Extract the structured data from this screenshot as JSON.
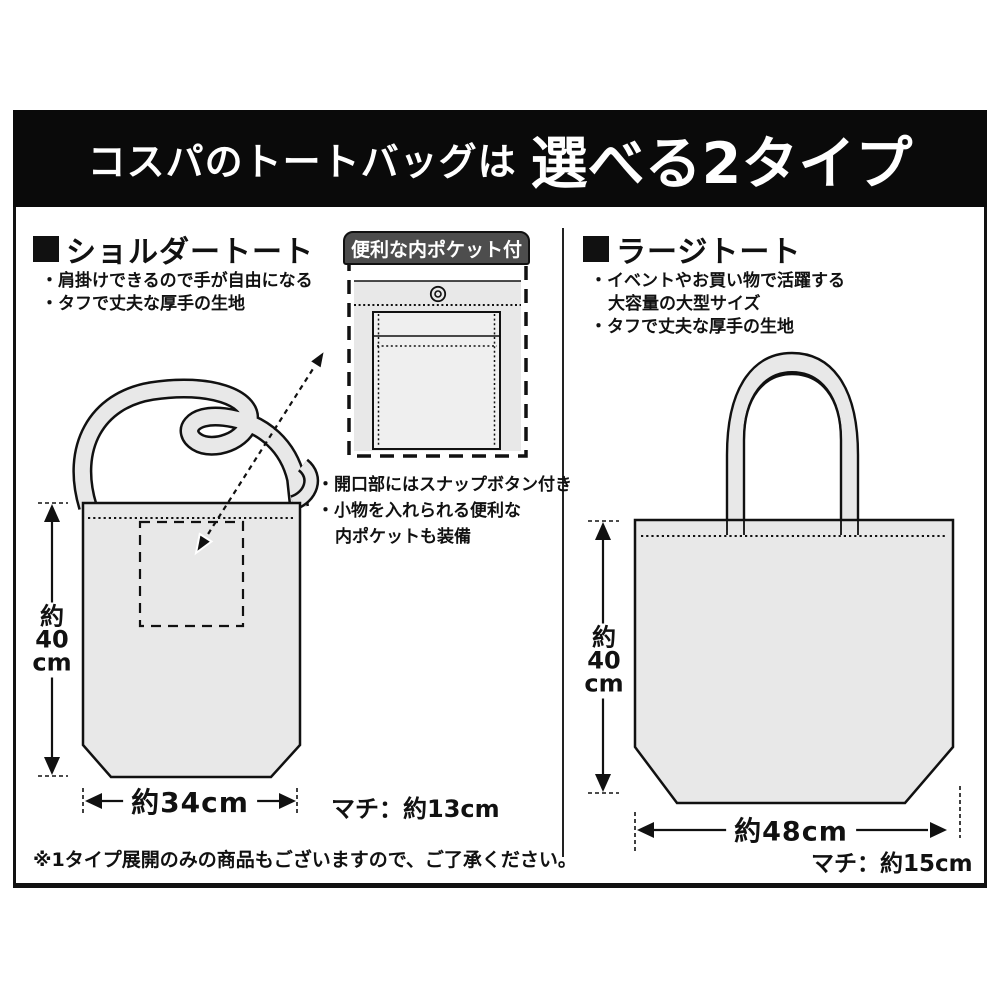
{
  "header": {
    "title_regular": "コスパのトートバッグは",
    "title_bold": "選べる2タイプ"
  },
  "shoulder_tote": {
    "heading": "ショルダートート",
    "bullet1": "・肩掛けできるので手が自由になる",
    "bullet2": "・タフで丈夫な厚手の生地",
    "height_label": [
      "約",
      "40",
      "cm"
    ],
    "width_label": "約34cm",
    "gusset_label": "マチ：約13cm"
  },
  "pocket_inset": {
    "banner": "便利な内ポケット付",
    "bullet1": "・開口部にはスナップボタン付き",
    "bullet2": "・小物を入れられる便利な",
    "bullet2_cont": "内ポケットも装備"
  },
  "large_tote": {
    "heading": "ラージトート",
    "bullet1": "・イベントやお買い物で活躍する",
    "bullet1_cont": "大容量の大型サイズ",
    "bullet2": "・タフで丈夫な厚手の生地",
    "height_label": [
      "約",
      "40",
      "cm"
    ],
    "width_label": "約48cm",
    "gusset_label": "マチ：約15cm"
  },
  "footer_note": "※1タイプ展開のみの商品もございますので、ご了承ください。",
  "colors": {
    "bag_fill": "#e8e8e8",
    "pocket_fill": "#efefef",
    "banner_fill": "#4d4d4d",
    "line": "#111111",
    "header_bg": "#0a0a0a",
    "background": "#ffffff"
  }
}
